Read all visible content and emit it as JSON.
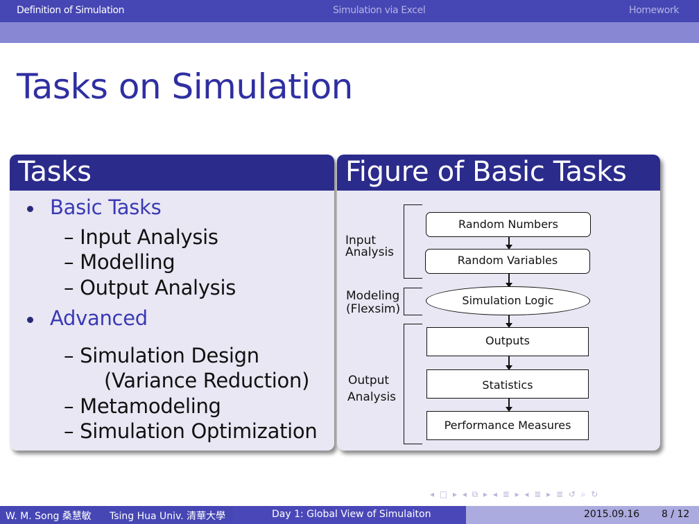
{
  "header": {
    "sections": [
      "Definition of Simulation",
      "Simulation via Excel",
      "Homework"
    ]
  },
  "title": "Tasks on Simulation",
  "tasks_block": {
    "title": "Tasks",
    "items": [
      {
        "text": "Basic Tasks",
        "level": 1
      },
      {
        "text": "– Input Analysis",
        "level": 2
      },
      {
        "text": "– Modelling",
        "level": 2
      },
      {
        "text": "– Output Analysis",
        "level": 2
      },
      {
        "text": "Advanced",
        "level": 1
      },
      {
        "text": "– Simulation Design",
        "level": 2
      },
      {
        "text": "(Variance Reduction)",
        "level": 3
      },
      {
        "text": "– Metamodeling",
        "level": 2
      },
      {
        "text": "– Simulation Optimization",
        "level": 2
      }
    ]
  },
  "figure_block": {
    "title": "Figure of Basic Tasks",
    "labels": {
      "input": [
        "Input",
        "Analysis"
      ],
      "modeling": [
        "Modeling",
        "(Flexsim)"
      ],
      "output": [
        "Output",
        "Analysis"
      ]
    },
    "nodes": [
      "Random Numbers",
      "Random Variables",
      "Simulation Logic",
      "Outputs",
      "Statistics",
      "Performance Measures"
    ]
  },
  "nav_symbols": "◂ □ ▸ ◂ ⧉ ▸ ◂ ≣ ▸ ◂ ≣ ▸   ≣   ↺ ⌕ ↻",
  "footer": {
    "author": "W. M. Song 桑慧敏",
    "affiliation": "Tsing Hua Univ. 清華大學",
    "talk": "Day 1: Global View of Simulaiton",
    "date": "2015.09.16",
    "page": "8 / 12"
  },
  "colors": {
    "primary": "#4646b4",
    "dark": "#2b2b8c",
    "light": "#8787d3",
    "title": "#2f2fa2"
  }
}
